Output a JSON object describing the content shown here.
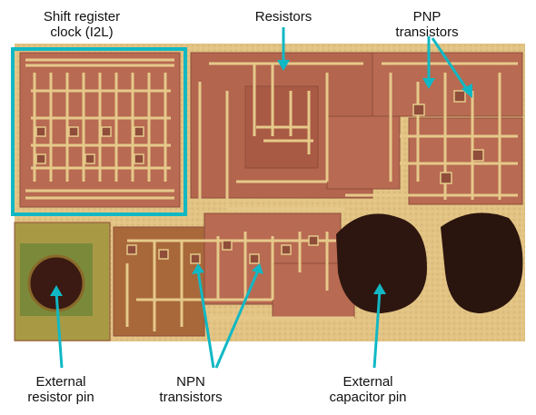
{
  "figure": {
    "labels": {
      "shift_register": [
        "Shift register",
        "clock (I2L)"
      ],
      "resistors": [
        "Resistors"
      ],
      "pnp": [
        "PNP",
        "transistors"
      ],
      "external_resistor": [
        "External",
        "resistor pin"
      ],
      "npn": [
        "NPN",
        "transistors"
      ],
      "external_capacitor": [
        "External",
        "capacitor pin"
      ]
    },
    "colors": {
      "annotation": "#11b8c4",
      "metal": "#e6c98a",
      "silicon": "#b86a52",
      "substrate": "#a89a45",
      "bond_pad": "#3a1a12"
    }
  }
}
